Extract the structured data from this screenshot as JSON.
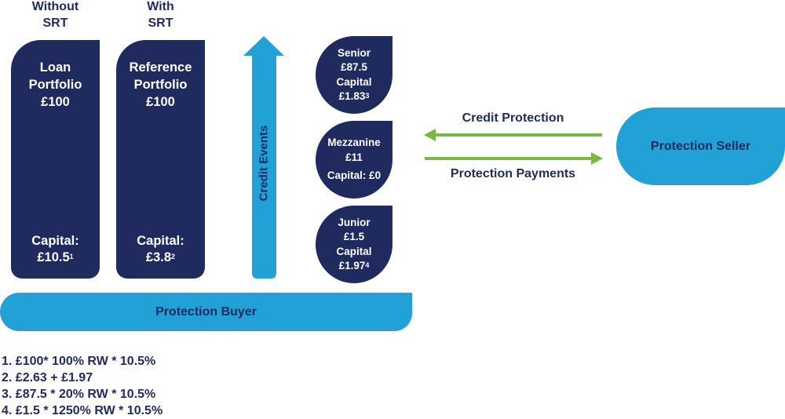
{
  "columns": {
    "without": {
      "header_line1": "Without",
      "header_line2": "SRT"
    },
    "with": {
      "header_line1": "With",
      "header_line2": "SRT"
    }
  },
  "loan_portfolio": {
    "line1": "Loan",
    "line2": "Portfolio",
    "amount": "£100",
    "capital_label": "Capital:",
    "capital_value": "£10.5",
    "footnote_ref": "1"
  },
  "reference_portfolio": {
    "line1": "Reference",
    "line2": "Portfolio",
    "amount": "£100",
    "capital_label": "Capital:",
    "capital_value": "£3.8",
    "footnote_ref": "2"
  },
  "credit_events_arrow": {
    "label": "Credit Events"
  },
  "tranches": {
    "senior": {
      "name": "Senior",
      "amount": "£87.5",
      "capital_label": "Capital",
      "capital_value": "£1.83",
      "footnote_ref": "3"
    },
    "mezzanine": {
      "name": "Mezzanine",
      "amount": "£11",
      "capital_text": "Capital: £0"
    },
    "junior": {
      "name": "Junior",
      "amount": "£1.5",
      "capital_label": "Capital",
      "capital_value": "£1.97",
      "footnote_ref": "4"
    }
  },
  "flows": {
    "credit_protection": "Credit Protection",
    "protection_payments": "Protection Payments"
  },
  "protection_seller": {
    "label": "Protection Seller"
  },
  "protection_buyer": {
    "label": "Protection Buyer"
  },
  "footnotes": [
    "1. £100* 100% RW * 10.5%",
    "2. £2.63 + £1.97",
    "3. £87.5 * 20% RW * 10.5%",
    "4. £1.5 * 1250% RW * 10.5%"
  ],
  "colors": {
    "navy": "#1f2a5e",
    "blue": "#21a1d5",
    "green": "#78b843",
    "white": "#ffffff"
  }
}
